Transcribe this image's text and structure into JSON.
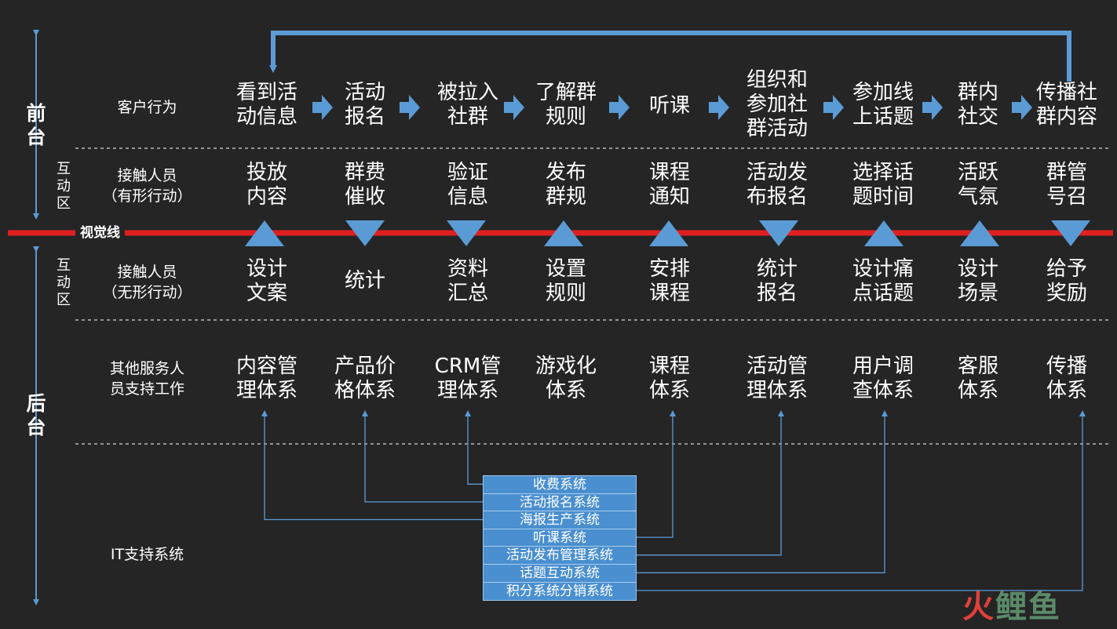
{
  "zones": {
    "front": "前\n台",
    "back": "后\n台"
  },
  "interaction_zone_label": "互\n动\n区",
  "visibility_line": "视觉线",
  "row_labels": {
    "customer": "客户行为",
    "visible": "接触人员\n（有形行动）",
    "invisible": "接触人员\n（无形行动）",
    "support": "其他服务人\n员支持工作",
    "it": "IT支持系统"
  },
  "customer_actions": [
    "看到活\n动信息",
    "活动\n报名",
    "被拉入\n社群",
    "了解群\n规则",
    "听课",
    "组织和\n参加社\n群活动",
    "参加线\n上话题",
    "群内\n社交",
    "传播社\n群内容"
  ],
  "visible_actions": [
    "投放\n内容",
    "群费\n催收",
    "验证\n信息",
    "发布\n群规",
    "课程\n通知",
    "活动发\n布报名",
    "选择话\n题时间",
    "活跃\n气氛",
    "群管\n号召"
  ],
  "interaction_directions": [
    "up",
    "down",
    "down",
    "up",
    "up",
    "down",
    "up",
    "up",
    "down"
  ],
  "invisible_actions": [
    "设计\n文案",
    "统计",
    "资料\n汇总",
    "设置\n规则",
    "安排\n课程",
    "统计\n报名",
    "设计痛\n点话题",
    "设计\n场景",
    "给予\n奖励"
  ],
  "support_systems": [
    "内容管\n理体系",
    "产品价\n格体系",
    "CRM管\n理体系",
    "游戏化\n体系",
    "课程\n体系",
    "活动管\n理体系",
    "用户调\n查体系",
    "客服\n体系",
    "传播\n体系"
  ],
  "it_systems": [
    "收费系统",
    "活动报名系统",
    "海报生产系统",
    "听课系统",
    "活动发布管理系统",
    "话题互动系统",
    "积分系统分销系统"
  ],
  "logo": {
    "part1": "火",
    "part2": "鲤鱼"
  },
  "colors": {
    "accent": "#5b9bd5",
    "visibility_line": "#e02020",
    "background": "#252526",
    "text": "#ffffff"
  }
}
